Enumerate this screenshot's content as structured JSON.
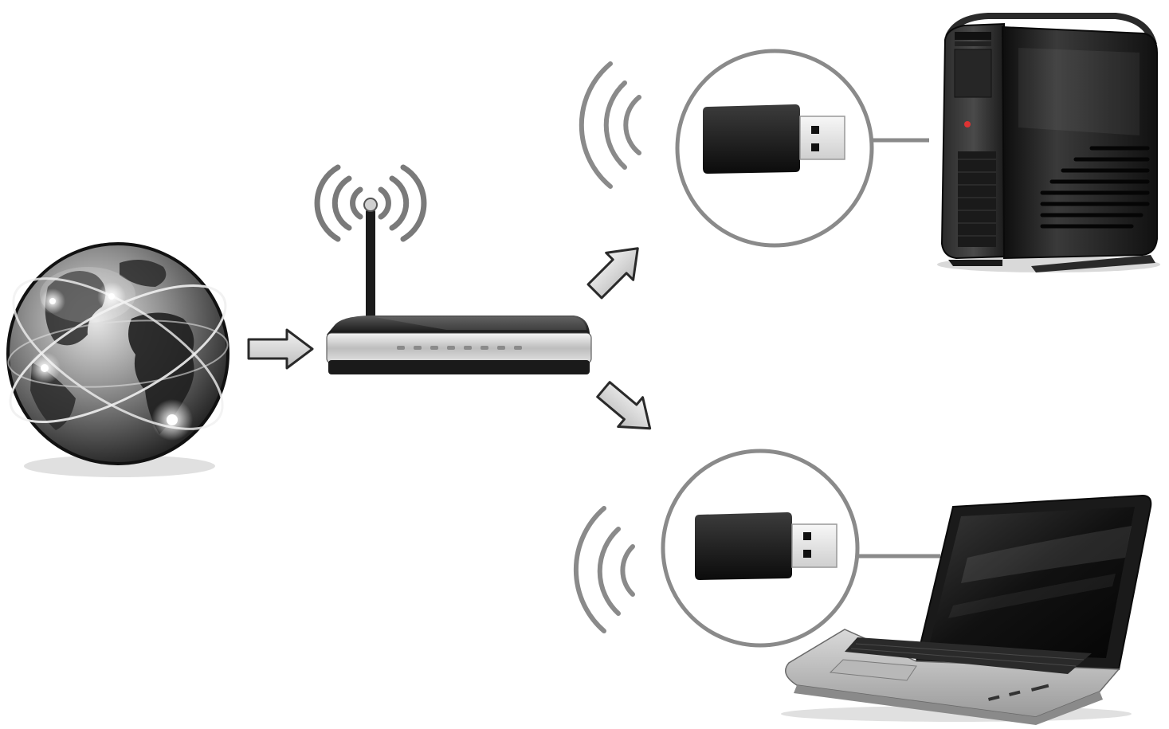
{
  "diagram": {
    "nodes": [
      {
        "id": "internet",
        "icon": "globe-icon"
      },
      {
        "id": "router",
        "icon": "wireless-router-icon"
      },
      {
        "id": "desktop-adapter",
        "icon": "usb-wifi-adapter-icon"
      },
      {
        "id": "desktop",
        "icon": "desktop-tower-icon"
      },
      {
        "id": "laptop-adapter",
        "icon": "usb-wifi-adapter-icon"
      },
      {
        "id": "laptop",
        "icon": "laptop-icon"
      }
    ],
    "edges": [
      {
        "from": "internet",
        "to": "router",
        "type": "arrow"
      },
      {
        "from": "router",
        "to": "desktop-adapter",
        "type": "arrow"
      },
      {
        "from": "router",
        "to": "laptop-adapter",
        "type": "arrow"
      },
      {
        "from": "desktop-adapter",
        "to": "desktop",
        "type": "line"
      },
      {
        "from": "laptop-adapter",
        "to": "laptop",
        "type": "line"
      }
    ],
    "colors": {
      "stroke": "#8a8a8a",
      "device_dark": "#1a1a1a",
      "device_silver": "#c8c8c8",
      "arrow_fill": "#d8d8d8",
      "background": "#ffffff"
    }
  }
}
